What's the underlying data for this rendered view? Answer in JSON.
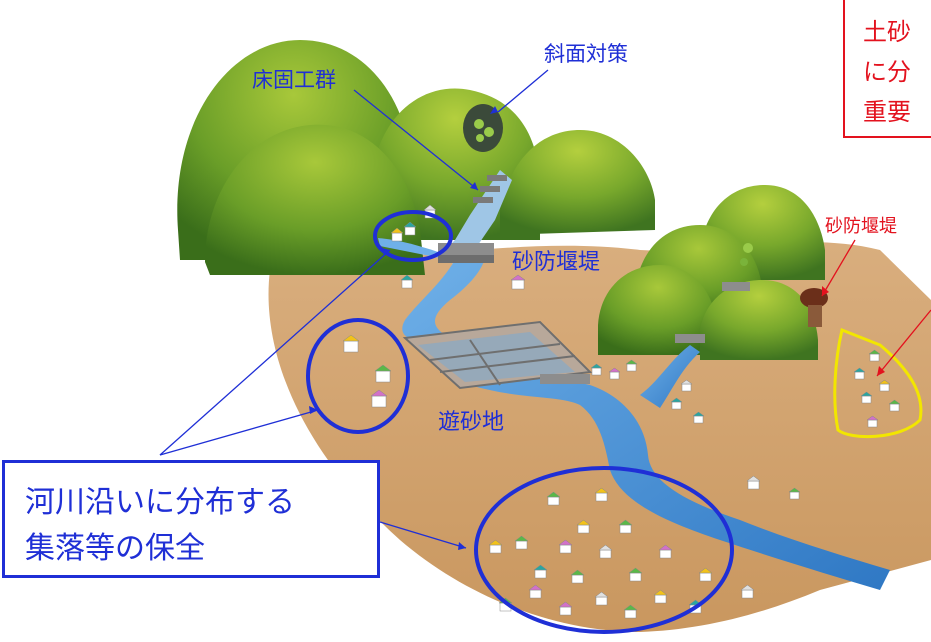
{
  "labels": {
    "slope_measures": "斜面対策",
    "bed_girdle_group": "床固工群",
    "sabo_dam": "砂防堰堤",
    "sabo_dam_cut": "砂防堰堤",
    "sand_pocket": "遊砂地",
    "settlement_box_line1": "河川沿いに分布する",
    "settlement_box_line2": "集落等の保全",
    "red_box_line1": "土砂",
    "red_box_line2": "に分",
    "red_box_line3": "重要"
  },
  "colors": {
    "annotation_blue": "#1f2fd6",
    "annotation_red": "#e3121e",
    "ground": "#d2a574",
    "river": "#4a90d9",
    "mountain_light": "#8ab52a",
    "mountain_dark": "#3f7a1e",
    "fan_outline": "#f2e600"
  }
}
